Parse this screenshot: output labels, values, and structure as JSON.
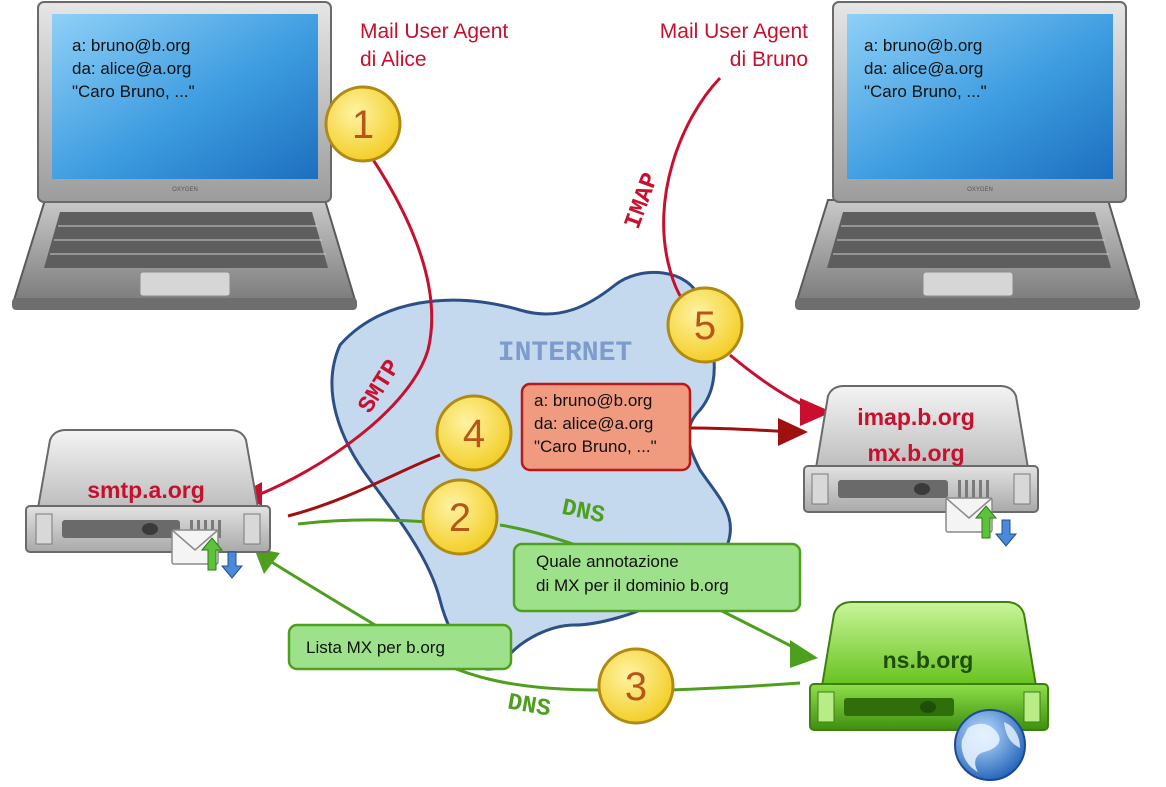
{
  "laptops": {
    "alice": {
      "label_line1": "Mail User Agent",
      "label_line2": "di Alice",
      "screen_lines": [
        "a: bruno@b.org",
        "da: alice@a.org",
        "\"Caro Bruno, ...\""
      ],
      "brand": "OXYGEN"
    },
    "bruno": {
      "label_line1": "Mail User Agent",
      "label_line2": "di Bruno",
      "screen_lines": [
        "a: bruno@b.org",
        "da: alice@a.org",
        "\"Caro Bruno, ...\""
      ],
      "brand": "OXYGEN"
    }
  },
  "cloud": {
    "label": "INTERNET"
  },
  "servers": {
    "smtp": {
      "name": "smtp.a.org",
      "icon": "mail-transfer-icon"
    },
    "imap": {
      "name_line1": "imap.b.org",
      "name_line2": "mx.b.org",
      "icon": "mail-transfer-icon"
    },
    "ns": {
      "name": "ns.b.org",
      "icon": "globe-icon"
    }
  },
  "protocols": {
    "smtp": "SMTP",
    "imap": "IMAP",
    "dns_query": "DNS",
    "dns_reply": "DNS"
  },
  "steps": [
    "1",
    "2",
    "3",
    "4",
    "5"
  ],
  "boxes": {
    "message": [
      "a: bruno@b.org",
      "da: alice@a.org",
      "\"Caro Bruno, ...\""
    ],
    "dns_query": [
      "Quale annotazione",
      "di MX per il dominio b.org"
    ],
    "dns_reply": "Lista MX per b.org"
  },
  "colors": {
    "red_line": "#c8102e",
    "dark_red_line": "#a01010",
    "green_line": "#4f9f1e",
    "cloud_fill": "#c5d9ee",
    "cloud_stroke": "#2c4f86",
    "badge_fill": "#f7dd3c",
    "message_box_fill": "#f09a80",
    "green_box_fill": "#9de28a"
  }
}
